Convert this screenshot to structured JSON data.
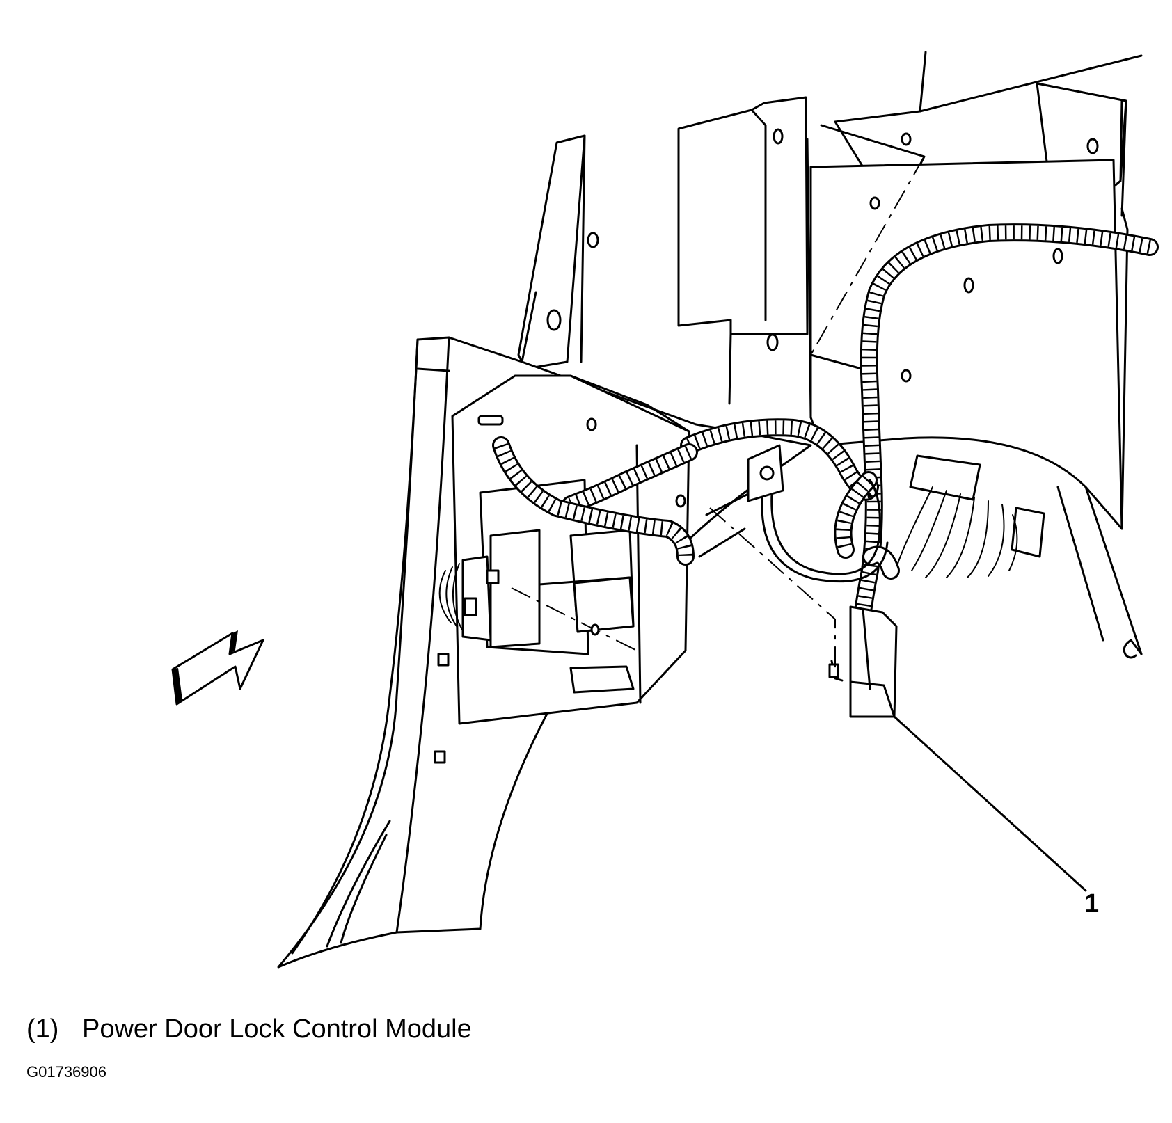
{
  "callouts": [
    {
      "number": "1"
    }
  ],
  "legend": [
    {
      "number": "(1)",
      "label": "Power Door Lock Control Module"
    }
  ],
  "figure_id": "G01736906"
}
